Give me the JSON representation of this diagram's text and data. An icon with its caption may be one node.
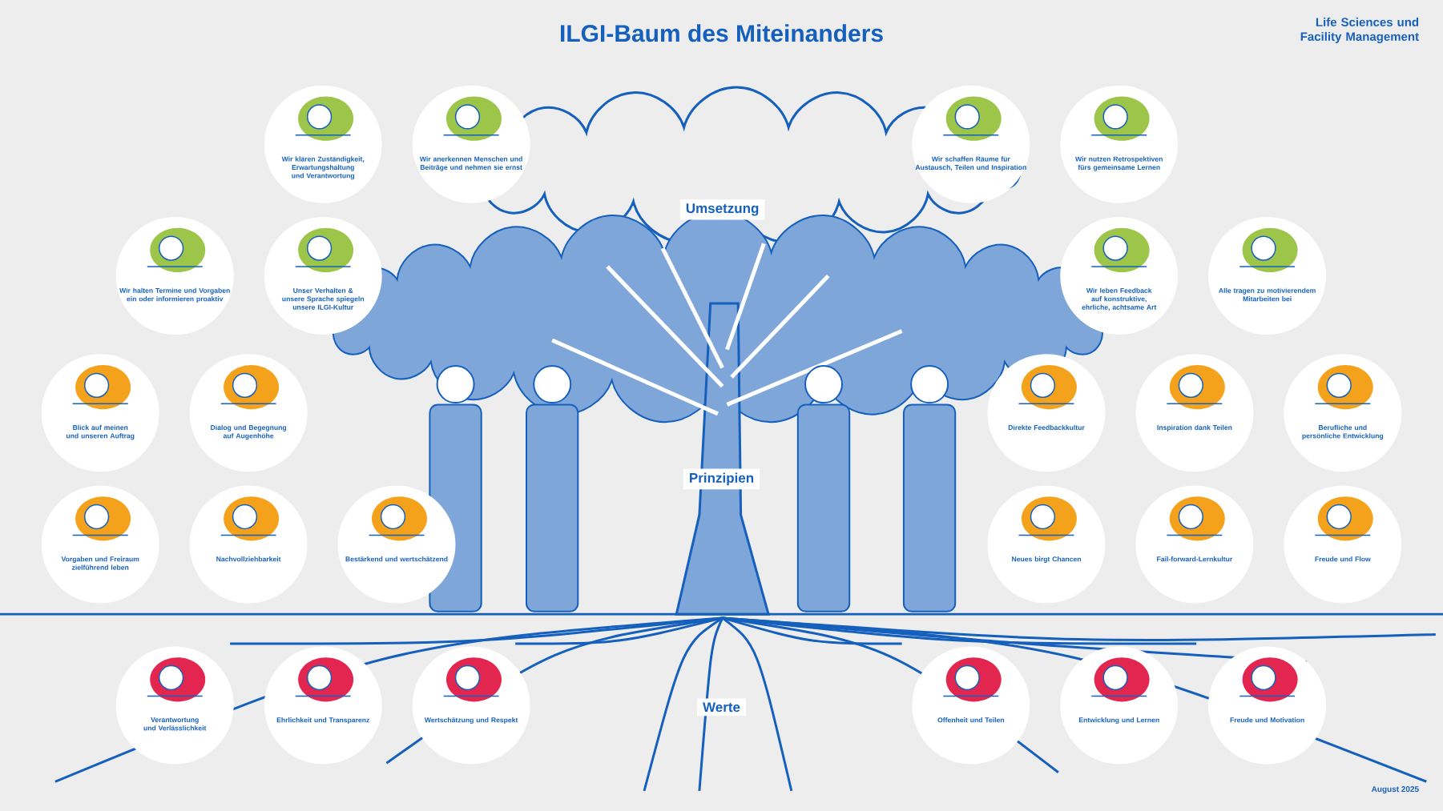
{
  "diagram": {
    "title": "ILGI-Baum des Miteinanders",
    "nodes": [
      {
        "text": [
          "Wir klären Zuständigkeit, Erwartungshaltung und Verantwortung"
        ]
      },
      {
        "text": [
          "Wir anerkennen Menschen und Beiträge und nehmen sie ernst"
        ]
      },
      {
        "text": [
          "Wir schaffen Räume für Austausch, Teilen und Inspiration"
        ]
      },
      {
        "text": [
          "Wir nutzen Retrospektiven fürs gemeinsame Lernen"
        ]
      },
      {
        "text": [
          "Umsetzung"
        ]
      },
      {
        "text": [
          "Wir halten Termine und Vorgaben ein oder informieren proaktiv"
        ]
      },
      {
        "text": [
          "Unser Verhalten & unsere Sprache spiegeln unsere ILGI-Kultur"
        ]
      },
      {
        "text": [
          "Wir leben Feedback auf konstruktive, ehrliche, achtsame Art"
        ]
      },
      {
        "text": [
          "Alle tragen zu motivierendem Mitarbeiten bei"
        ]
      },
      {
        "text": [
          "Blick auf meinen und unseren Auftrag"
        ]
      },
      {
        "text": [
          "Dialog und Begegnung auf Augenhöhe"
        ]
      },
      {
        "text": [
          "Direkte Feedbackkultur"
        ]
      },
      {
        "text": [
          "Inspiration dank Teilen"
        ]
      },
      {
        "text": [
          "Berufliche und persönliche Entwicklung"
        ]
      },
      {
        "text": [
          "Prinzipien"
        ]
      },
      {
        "text": [
          "Vorgaben und Freiraum zielführend leben"
        ]
      },
      {
        "text": [
          "Nachvollziehbarkeit"
        ]
      },
      {
        "text": [
          "Bestärkend und wertschätzend"
        ]
      },
      {
        "text": [
          "Neues birgt Chancen"
        ]
      },
      {
        "text": [
          "Fail-forward-Lernkultur"
        ]
      },
      {
        "text": [
          "Freude und Flow"
        ]
      },
      {
        "text": [
          "Verantwortung und Verlässlichkeit"
        ]
      },
      {
        "text": [
          "Ehrlichkeit und Transparenz"
        ]
      },
      {
        "text": [
          "Wertschätzung und Respekt"
        ]
      },
      {
        "text": [
          "Werte"
        ]
      },
      {
        "text": [
          "Offenheit und Teilen"
        ]
      },
      {
        "text": [
          "Entwicklung und Lernen"
        ]
      },
      {
        "text": [
          "Freude und Motivation"
        ]
      }
    ],
    "labels": [
      "Life Sciences und Facility Management",
      "August 2025"
    ]
  }
}
